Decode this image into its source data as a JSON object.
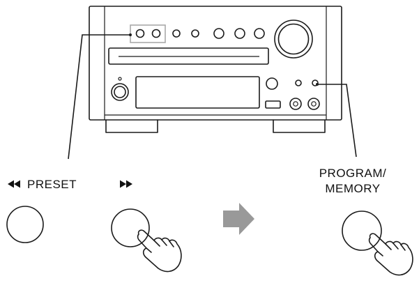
{
  "labels": {
    "preset": "PRESET",
    "program_line1": "PROGRAM/",
    "program_line2": "MEMORY"
  },
  "colors": {
    "line": "#1a1a1a",
    "highlight": "#a9a9a9",
    "arrow": "#999999",
    "background": "#ffffff"
  },
  "icons": {
    "preset_down": "rewind-icon",
    "preset_up": "fast-forward-icon",
    "step_arrow": "right-arrow-icon",
    "press": "pointing-hand-icon"
  }
}
